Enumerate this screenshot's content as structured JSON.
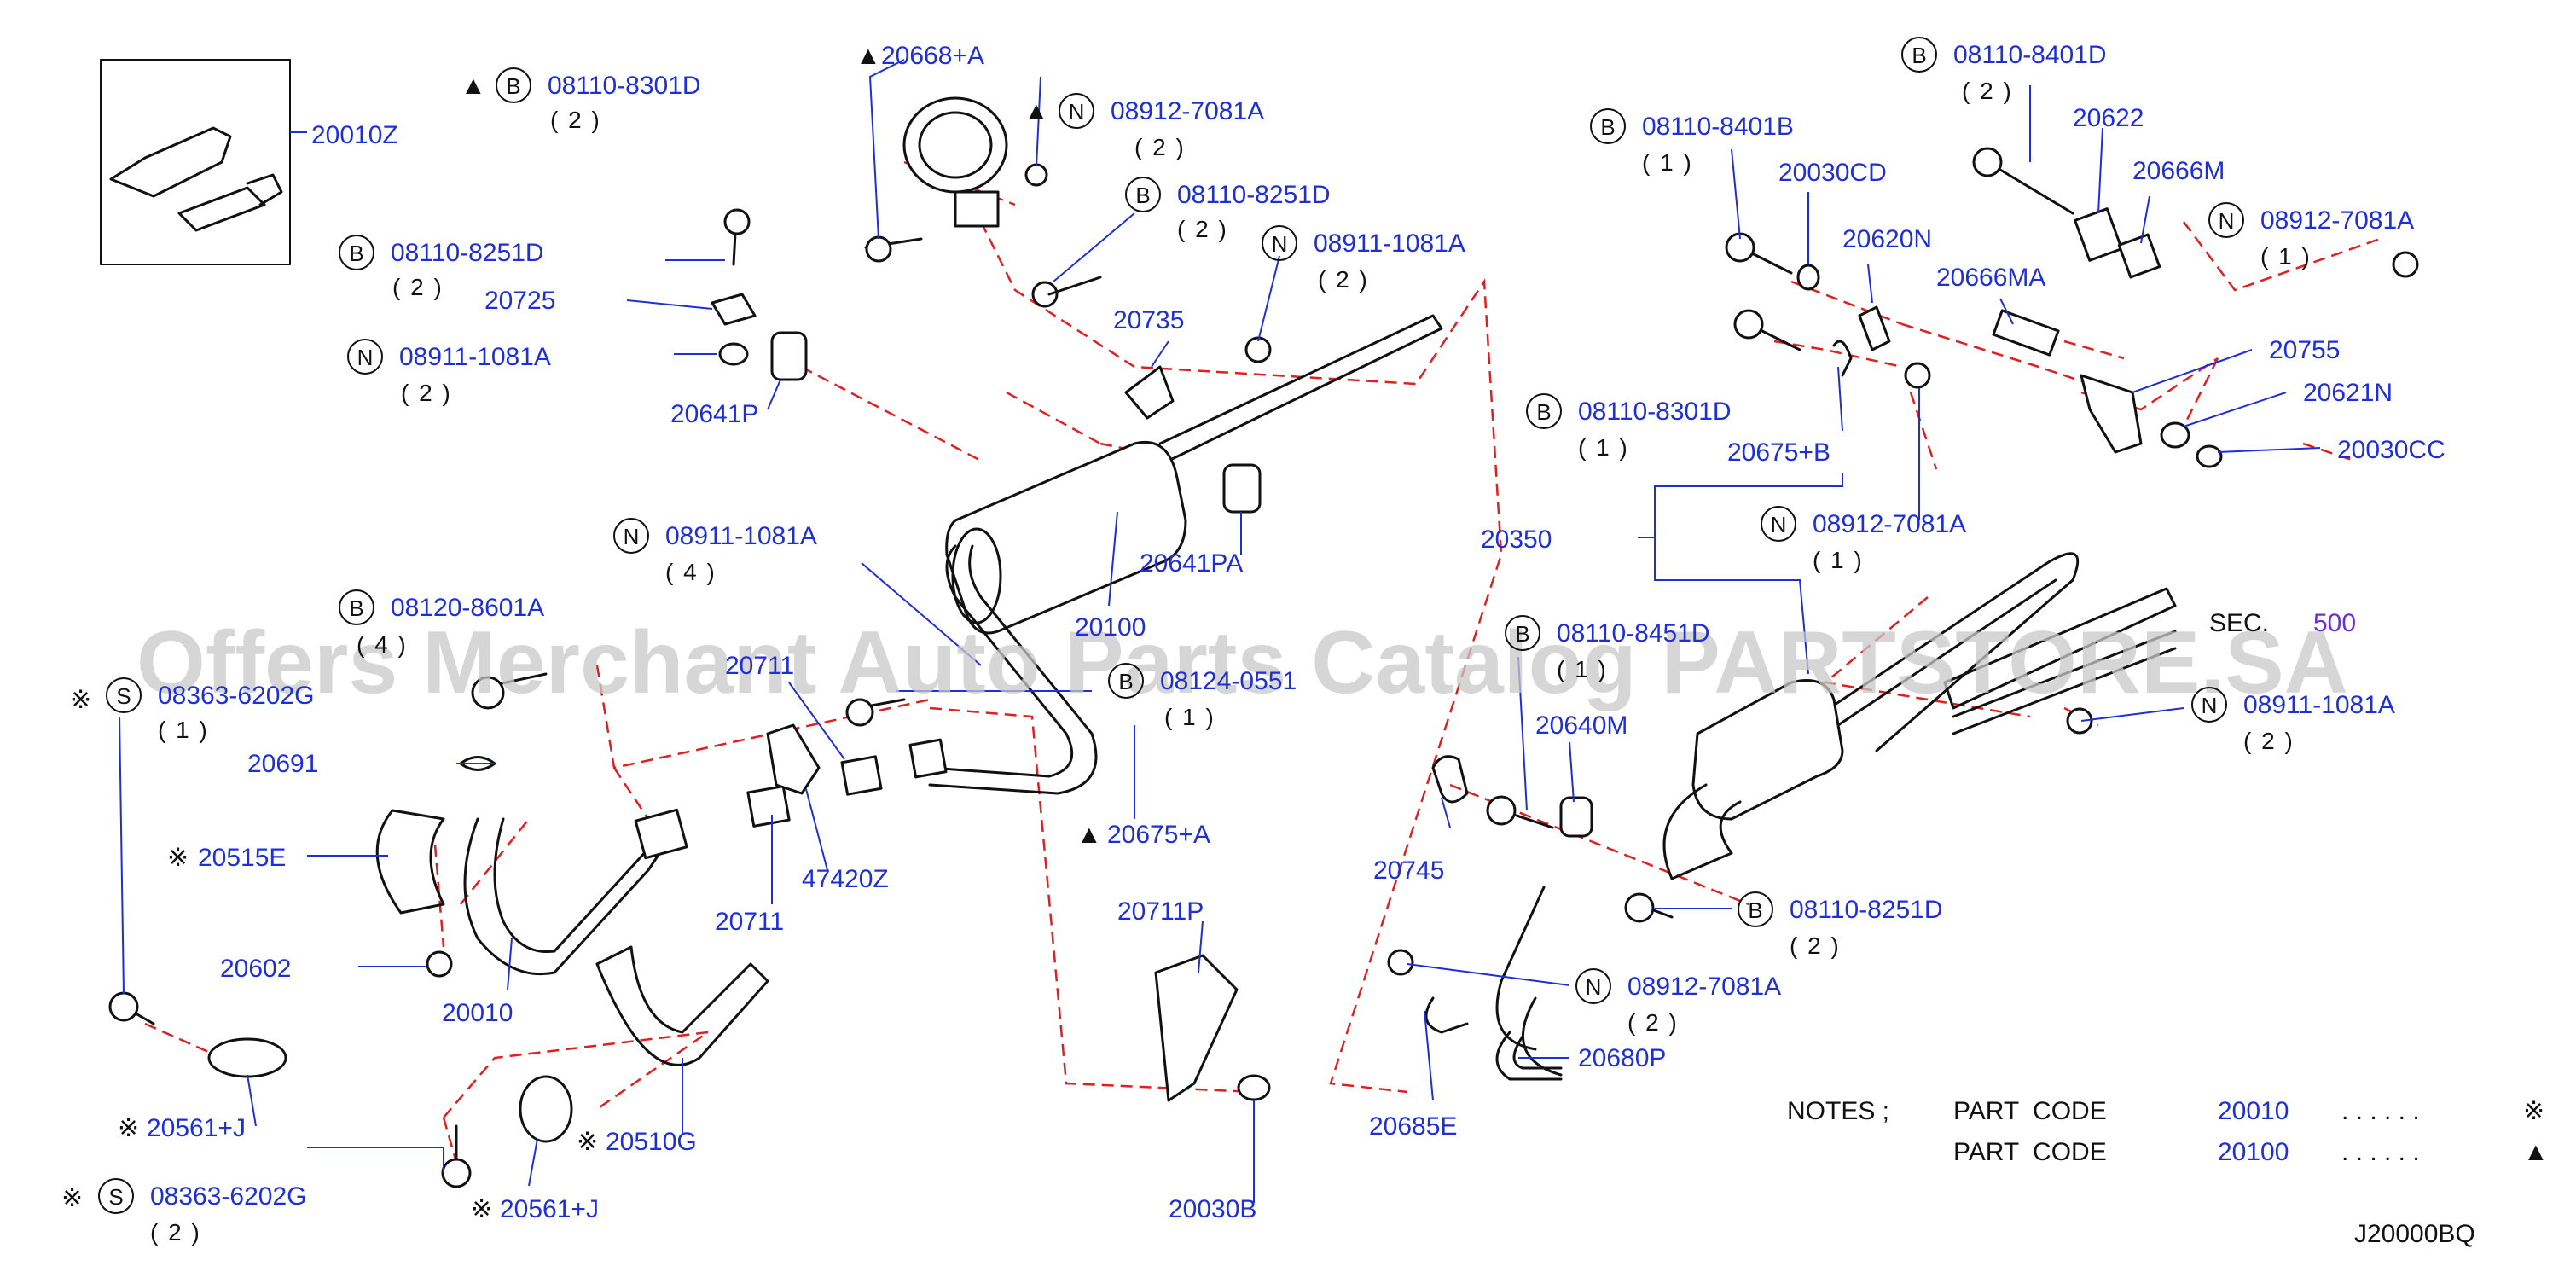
{
  "callouts": {
    "c20010Z": {
      "part": "20010Z"
    },
    "c20668A": {
      "symbol": "▲",
      "part": "20668+A"
    },
    "cB8301D_top": {
      "symbol": "▲",
      "letter": "B",
      "part": "08110-8301D",
      "qty": "( 2 )"
    },
    "cN7081A_top": {
      "symbol": "▲",
      "letter": "N",
      "part": "08912-7081A",
      "qty": "( 2 )"
    },
    "cB8251D_top": {
      "letter": "B",
      "part": "08110-8251D",
      "qty": "( 2 )"
    },
    "cN1081A_top": {
      "letter": "N",
      "part": "08911-1081A",
      "qty": "( 2 )"
    },
    "cB8251D_left": {
      "letter": "B",
      "part": "08110-8251D",
      "qty": "( 2 )"
    },
    "c20725": {
      "part": "20725"
    },
    "cN1081A_left": {
      "letter": "N",
      "part": "08911-1081A",
      "qty": "( 2 )"
    },
    "c20641P": {
      "part": "20641P"
    },
    "c20735": {
      "part": "20735"
    },
    "c20641PA": {
      "part": "20641PA"
    },
    "cN1081A_mid": {
      "letter": "N",
      "part": "08911-1081A",
      "qty": "( 4 )"
    },
    "c20100": {
      "part": "20100"
    },
    "cB8601A": {
      "letter": "B",
      "part": "08120-8601A",
      "qty": "( 4 )"
    },
    "cS6202G_top": {
      "symbol": "※",
      "letter": "S",
      "part": "08363-6202G",
      "qty": "( 1 )"
    },
    "c20711_top": {
      "part": "20711"
    },
    "cB0551": {
      "letter": "B",
      "part": "08124-0551",
      "qty": "( 1 )"
    },
    "c20691": {
      "part": "20691"
    },
    "c20515E": {
      "symbol": "※",
      "part": "20515E"
    },
    "c20675A": {
      "symbol": "▲",
      "part": "20675+A"
    },
    "c20711": {
      "part": "20711"
    },
    "c47420Z": {
      "part": "47420Z"
    },
    "c20602": {
      "part": "20602"
    },
    "c20010": {
      "part": "20010"
    },
    "c20711P": {
      "part": "20711P"
    },
    "c20561J_1": {
      "symbol": "※",
      "part": "20561+J"
    },
    "c20510G": {
      "symbol": "※",
      "part": "20510G"
    },
    "cS6202G_bot": {
      "symbol": "※",
      "letter": "S",
      "part": "08363-6202G",
      "qty": "( 2 )"
    },
    "c20561J_2": {
      "symbol": "※",
      "part": "20561+J"
    },
    "c20030B": {
      "part": "20030B"
    },
    "cB8401D_top": {
      "letter": "B",
      "part": "08110-8401D",
      "qty": "( 2 )"
    },
    "c20622": {
      "part": "20622"
    },
    "cB8401B": {
      "letter": "B",
      "part": "08110-8401B",
      "qty": "( 1 )"
    },
    "c20030CD": {
      "part": "20030CD"
    },
    "c20666M": {
      "part": "20666M"
    },
    "cN7081A_r1": {
      "letter": "N",
      "part": "08912-7081A",
      "qty": "( 1 )"
    },
    "c20620N": {
      "part": "20620N"
    },
    "c20666MA": {
      "part": "20666MA"
    },
    "c20755": {
      "part": "20755"
    },
    "cB8301D_r": {
      "letter": "B",
      "part": "08110-8301D",
      "qty": "( 1 )"
    },
    "c20621N": {
      "part": "20621N"
    },
    "c20030CC": {
      "part": "20030CC"
    },
    "c20675B": {
      "part": "20675+B"
    },
    "cN7081A_r2": {
      "letter": "N",
      "part": "08912-7081A",
      "qty": "( 1 )"
    },
    "c20350": {
      "part": "20350"
    },
    "cSEC": {
      "label": "SEC.",
      "part": "500"
    },
    "cB8451D": {
      "letter": "B",
      "part": "08110-8451D",
      "qty": "( 1 )"
    },
    "c20640M": {
      "part": "20640M"
    },
    "cN1081A_r": {
      "letter": "N",
      "part": "08911-1081A",
      "qty": "( 2 )"
    },
    "c20745": {
      "part": "20745"
    },
    "cB8251D_r": {
      "letter": "B",
      "part": "08110-8251D",
      "qty": "( 2 )"
    },
    "cN7081A_r3": {
      "letter": "N",
      "part": "08912-7081A",
      "qty": "( 2 )"
    },
    "c20680P": {
      "part": "20680P"
    },
    "c20685E": {
      "part": "20685E"
    }
  },
  "notes": {
    "label": "NOTES ;",
    "row1": {
      "label": "PART  CODE",
      "code": "20010",
      "dots": ". . . . . .",
      "symbol": "※"
    },
    "row2": {
      "label": "PART  CODE",
      "code": "20100",
      "dots": ". . . . . .",
      "symbol": "▲"
    }
  },
  "diagram_code": "J20000BQ",
  "watermark": "Offers Merchant Auto Parts Catalog PARTSTORE.SA",
  "colors": {
    "part_number": "#1f2fd8",
    "dashed_line": "#e02020",
    "line": "#111111"
  }
}
